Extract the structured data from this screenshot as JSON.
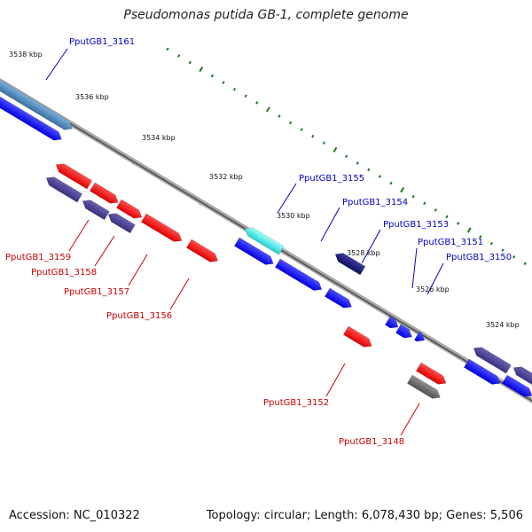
{
  "title": "Pseudomonas putida GB-1, complete genome",
  "footer": {
    "accession_label": "Accession:",
    "accession": "NC_010322",
    "topology_label": "Topology:",
    "topology": "circular",
    "length_label": "Length:",
    "length": "6,078,430 bp",
    "genes_label": "Genes:",
    "genes": "5,506"
  },
  "scale_labels": [
    "3538 kbp",
    "3536 kbp",
    "3534 kbp",
    "3532 kbp",
    "3530 kbp",
    "3528 kbp",
    "3526 kbp",
    "3524 kbp"
  ],
  "gene_labels": {
    "forward": [
      "PputGB1_3161",
      "PputGB1_3155",
      "PputGB1_3154",
      "PputGB1_3153",
      "PputGB1_3151",
      "PputGB1_3150"
    ],
    "reverse": [
      "PputGB1_3159",
      "PputGB1_3158",
      "PputGB1_3157",
      "PputGB1_3156",
      "PputGB1_3152",
      "PputGB1_3148"
    ]
  },
  "colors": {
    "backbone": "#808080",
    "forward_label": "#0000cc",
    "reverse_label": "#cc0000",
    "tick": "#1a7a1a",
    "gene_blue": "#0000ff",
    "gene_red": "#ff0000",
    "gene_navy": "#1a1a80",
    "gene_slate": "#4a4090",
    "gene_steel": "#4682b4",
    "gene_cyan": "#33e6e6",
    "gene_gray": "#666666"
  },
  "legend_icons": [
    "dotted-scale-track",
    "gene-arrow"
  ]
}
